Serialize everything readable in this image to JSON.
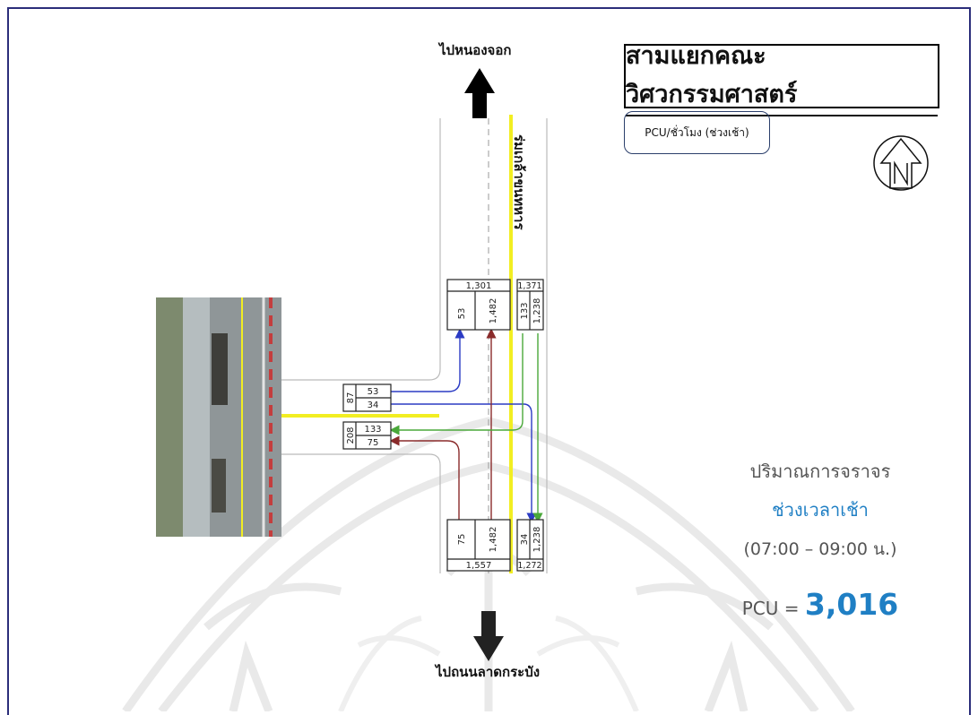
{
  "title": "สามแยกคณะวิศวกรรมศาสตร์",
  "unit_label": "PCU/ชั่วโมง (ช่วงเช้า)",
  "directions": {
    "north": "ไปหนองจอก",
    "south": "ไปถนนลาดกระบัง",
    "road_name": "ร่มเกล้าขนทหาร"
  },
  "summary": {
    "line1": "ปริมาณการจราจร",
    "line2": "ช่วงเวลาเช้า",
    "line3": "(07:00 – 09:00 น.)",
    "pcu_prefix": "PCU = ",
    "pcu_value": "3,016"
  },
  "volumes": {
    "north_out_total": "1,301",
    "north_out_left": "53",
    "north_out_through": "1,482",
    "north_in_total": "1,371",
    "north_in_right": "133",
    "north_in_through": "1,238",
    "west_in_total": "87",
    "west_in_left": "53",
    "west_in_right": "34",
    "west_out_total": "208",
    "west_out_a": "133",
    "west_out_b": "75",
    "south_in_total": "1,557",
    "south_in_left": "75",
    "south_in_through": "1,482",
    "south_out_total": "1,272",
    "south_out_right": "34",
    "south_out_through": "1,238"
  },
  "colors": {
    "frame": "#2b2e7a",
    "accent": "#1f7fc4",
    "flow_blue": "#2b3bc4",
    "flow_red": "#8a2b2b",
    "flow_green": "#4aa83a",
    "median_yellow": "#f2ee22"
  },
  "icons": [
    "north-arrow-icon",
    "arrow-up-icon",
    "arrow-down-icon"
  ]
}
